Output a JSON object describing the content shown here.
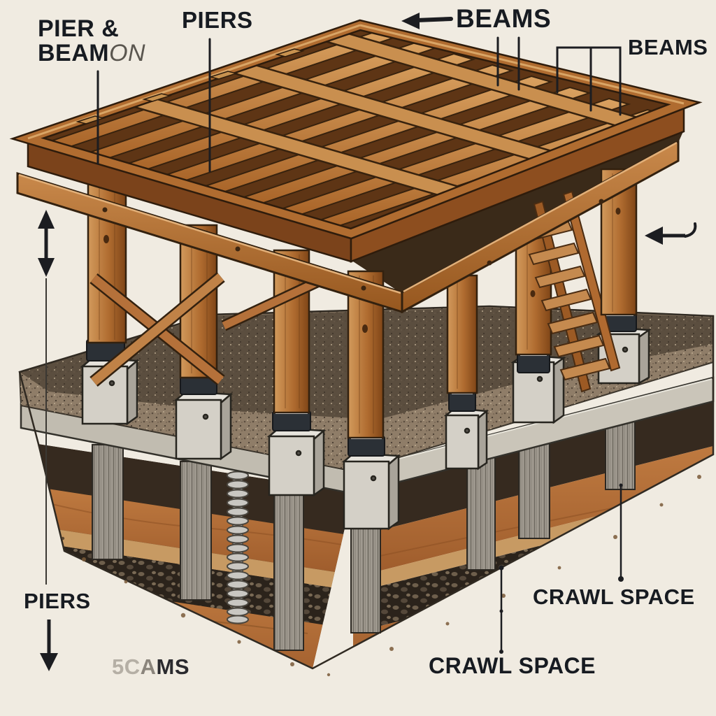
{
  "title": "Pier and beam foundation cutaway illustration",
  "labels": {
    "pier_beam": {
      "line1": "PIER &",
      "line2_main": "BEAM",
      "line2_faded": "ON"
    },
    "piers_top": "PIERS",
    "beams_top": "BEAMS",
    "beams_right": "BEAMS",
    "piers_left": "PIERS",
    "watermark": {
      "part_faint": "5C",
      "part_mid": "A",
      "part_dark": "MS"
    },
    "crawl_space_right": "CRAWL SPACE",
    "crawl_space_bottom": "CRAWL SPACE"
  },
  "icons": {
    "beams_arrow": "left-arrow",
    "height_arrow": "vertical-double-arrow",
    "piers_arrow": "down-arrow",
    "width_arrow": "left-arrow-curved-tail"
  },
  "scene": {
    "type": "cutaway-illustration",
    "subject": "pier and beam foundation with crawl space",
    "elements": [
      "wood floor framing of beams and joists",
      "wooden pier posts",
      "black post caps",
      "concrete pier blocks",
      "gravel ground surface",
      "concrete grade beam",
      "layered soil cross-section",
      "concrete piles below grade",
      "helical screw pile",
      "wooden staircase",
      "crawl space under floor"
    ]
  },
  "colors": {
    "background": "#f0ebe1",
    "ink": "#1c1d21",
    "wood_light": "#d29a5c",
    "wood_mid": "#b06c30",
    "wood_dark": "#7b431b",
    "outline": "#2e1c0c",
    "gravel": "#8f7d68",
    "gravel_shadow": "#4e4235",
    "grade_beam": "#c1bcb0",
    "concrete_block": "#d4d0c7",
    "concrete_pier": "#a19b91",
    "post_cap": "#2b3036",
    "soil_dark": "#362a1f",
    "soil_clay": "#bf7a40",
    "soil_sand": "#c79a63",
    "soil_gravel_layer": "#2b231b",
    "watermark_gray": "#7c756a"
  }
}
